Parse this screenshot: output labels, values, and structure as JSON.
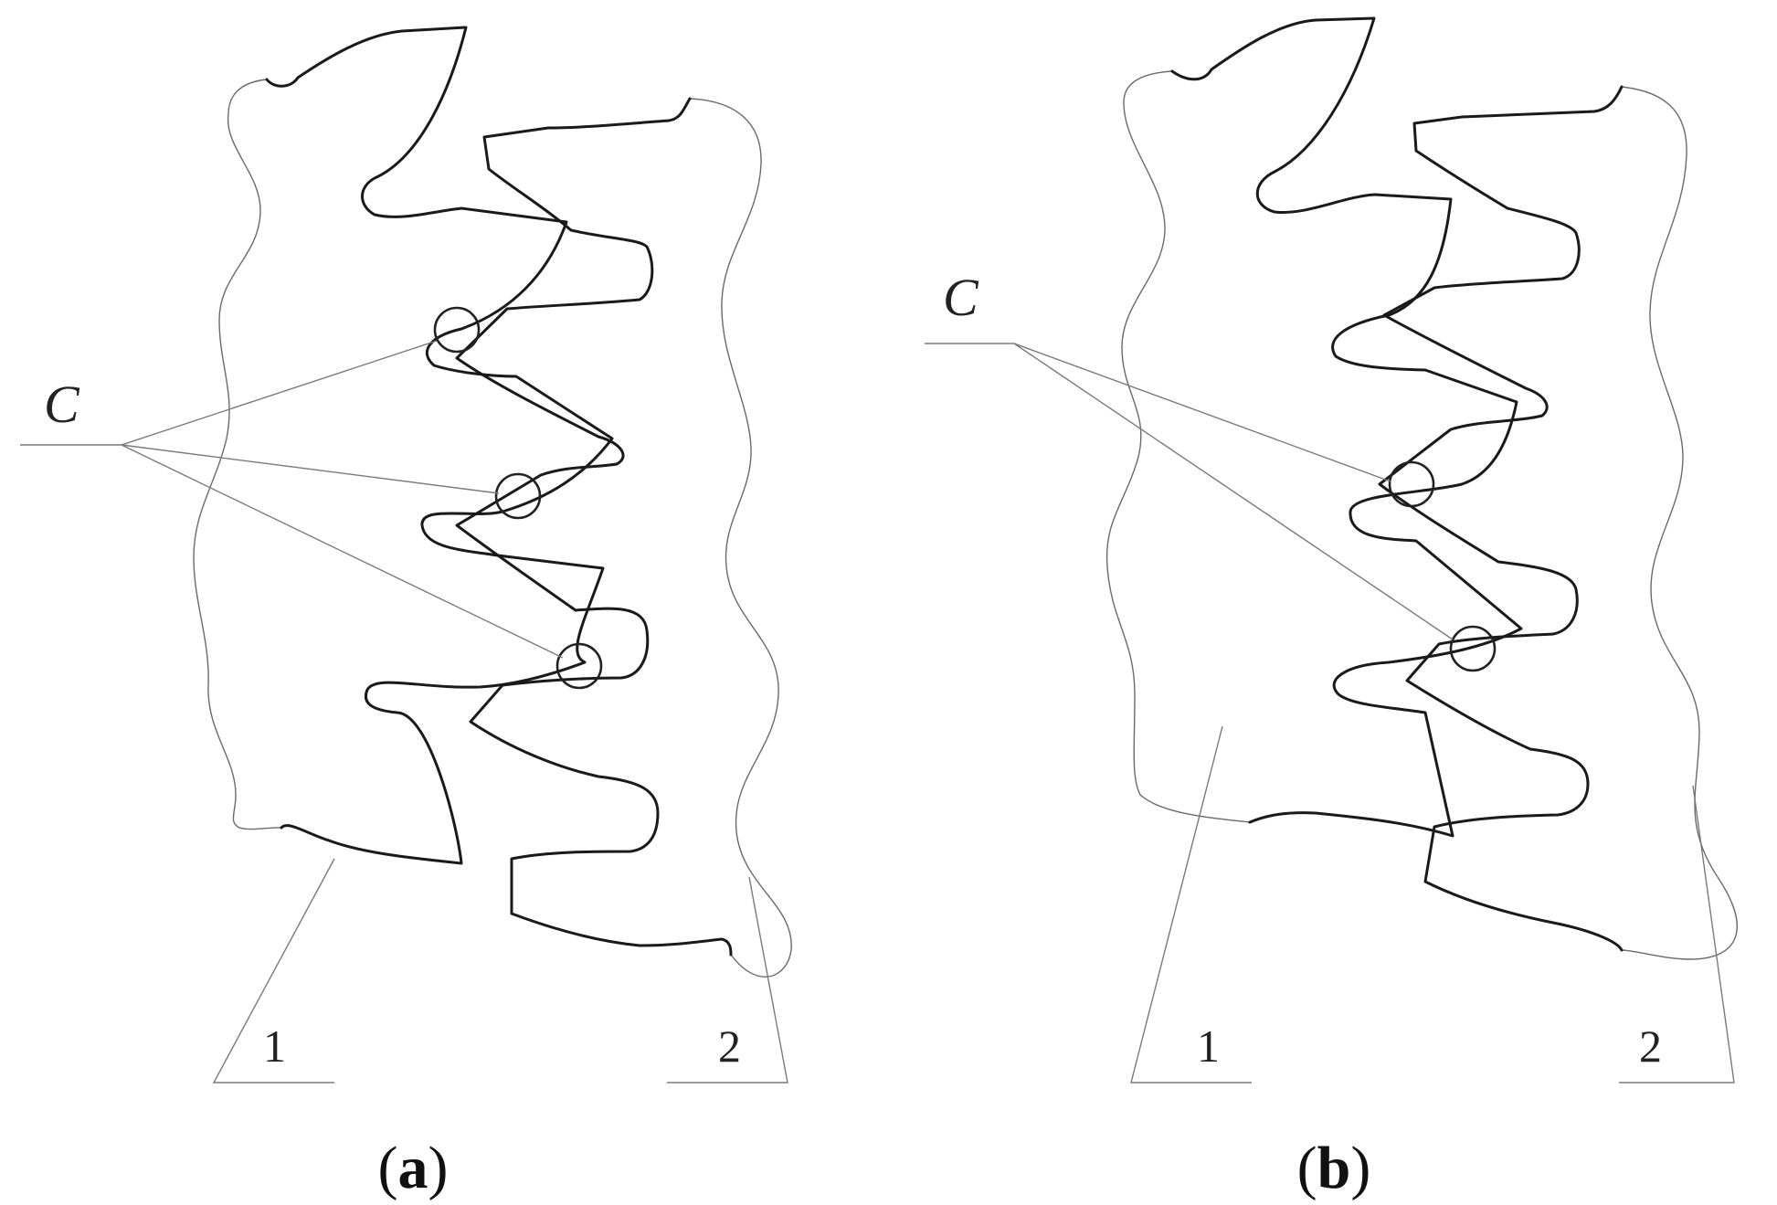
{
  "panels": [
    {
      "id": "a",
      "contact_label": "C",
      "gear1_label": "1",
      "gear2_label": "2",
      "caption_open": "(",
      "caption_letter": "a",
      "caption_close": ")",
      "contact_point_count": 3
    },
    {
      "id": "b",
      "contact_label": "C",
      "gear1_label": "1",
      "gear2_label": "2",
      "caption_open": "(",
      "caption_letter": "b",
      "caption_close": ")",
      "contact_point_count": 2
    }
  ]
}
